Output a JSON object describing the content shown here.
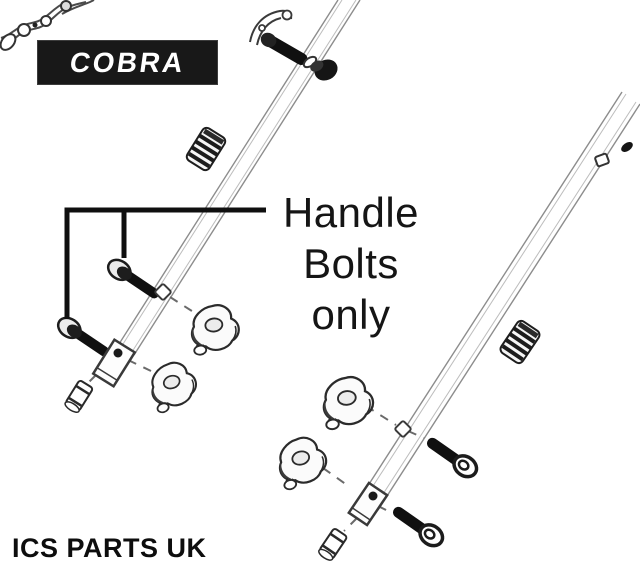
{
  "brand": {
    "logo_text": "COBRA"
  },
  "callout": {
    "lines": [
      "Handle",
      "Bolts",
      "only"
    ]
  },
  "footer": {
    "text": "ICS PARTS UK"
  },
  "colors": {
    "background": "#ffffff",
    "logo_bg": "#181818",
    "logo_fg": "#ffffff",
    "ink": "#151515",
    "tube_line": "#8c8c8c",
    "dash_line": "#6a6a6a"
  }
}
